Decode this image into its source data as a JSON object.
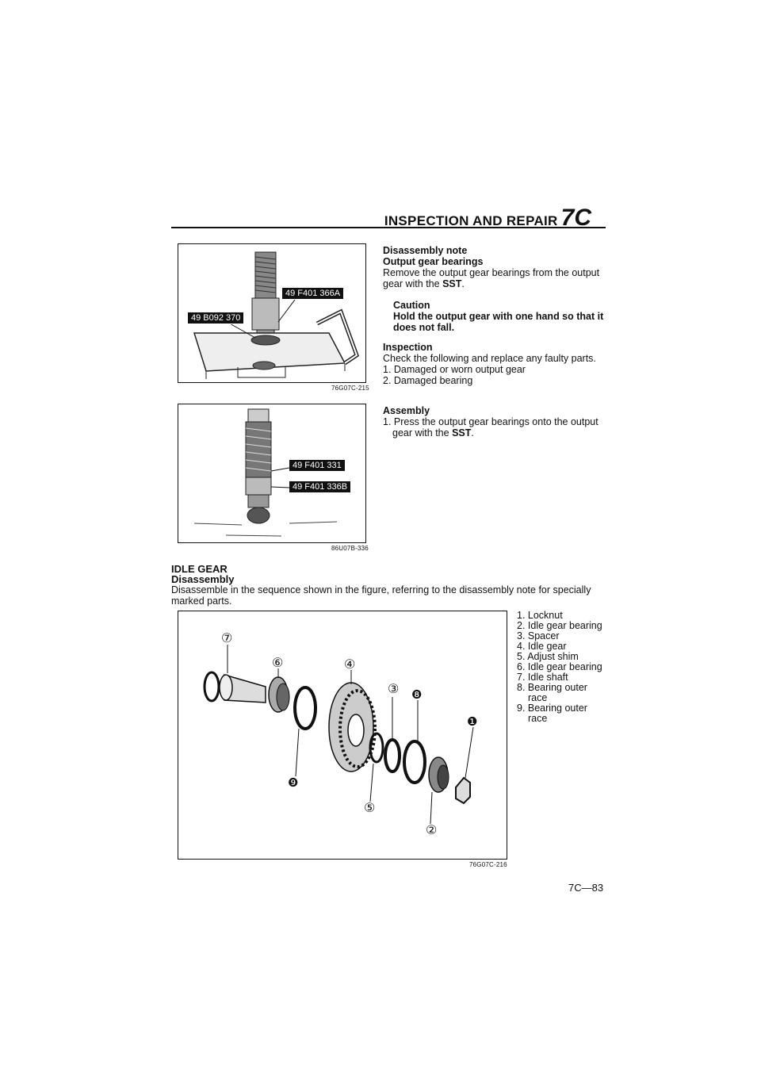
{
  "header": {
    "title": "INSPECTION AND REPAIR",
    "section": "7C"
  },
  "figure1": {
    "label_left": "49 B092 370",
    "label_right": "49 F401 366A",
    "code": "76G07C-215"
  },
  "figure2": {
    "label_top": "49 F401 331",
    "label_bottom": "49 F401 336B",
    "code": "86U07B-336"
  },
  "figure3": {
    "code": "76G07C-216",
    "callouts": [
      "⑦",
      "⑥",
      "④",
      "③",
      "❽",
      "❶",
      "❾",
      "⑤",
      "②"
    ]
  },
  "disassembly_note": {
    "heading": "Disassembly note",
    "subheading": "Output gear bearings",
    "body": "Remove the output gear bearings from the output gear with the",
    "sst": "SST",
    "end": "."
  },
  "caution": {
    "heading": "Caution",
    "body": "Hold the output gear with one hand so that it does not fall."
  },
  "inspection": {
    "heading": "Inspection",
    "body": "Check the following and replace any faulty parts.",
    "items": [
      "1. Damaged or worn output gear",
      "2. Damaged bearing"
    ]
  },
  "assembly": {
    "heading": "Assembly",
    "item": "1. Press the output gear bearings onto the output gear with the",
    "sst": "SST",
    "end": "."
  },
  "idle_gear": {
    "heading": "IDLE GEAR",
    "subheading": "Disassembly",
    "body": "Disassemble in the sequence shown in the figure, referring to the disassembly note for specially marked parts."
  },
  "parts": [
    "1. Locknut",
    "2. Idle gear bearing",
    "3. Spacer",
    "4. Idle gear",
    "5. Adjust shim",
    "6. Idle gear bearing",
    "7. Idle shaft",
    "8. Bearing outer race",
    "9. Bearing outer race"
  ],
  "page_number": "7C—83"
}
